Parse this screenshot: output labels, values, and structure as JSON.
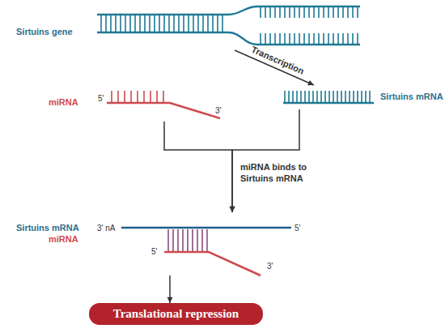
{
  "diagram": {
    "nodes": [
      {
        "text": [
          "Sirtuins gene"
        ]
      },
      {
        "text": [
          "Sirtuins mRNA"
        ]
      },
      {
        "text": [
          "miRNA",
          "5'",
          "3'"
        ]
      },
      {
        "text": [
          "Sirtuins mRNA",
          "miRNA",
          "3' nA",
          "5'",
          "5'",
          "3'"
        ]
      },
      {
        "text": [
          "Translational repression"
        ]
      }
    ],
    "edges": [
      {
        "from": 0,
        "to": 1,
        "arrow": "to",
        "label": "Transcription"
      },
      {
        "from": 2,
        "to": 3,
        "arrow": "to",
        "label": "miRNA binds to Sirtuins mRNA"
      },
      {
        "from": 1,
        "to": 3,
        "arrow": "to"
      },
      {
        "from": 3,
        "to": 4,
        "arrow": "to"
      }
    ]
  }
}
